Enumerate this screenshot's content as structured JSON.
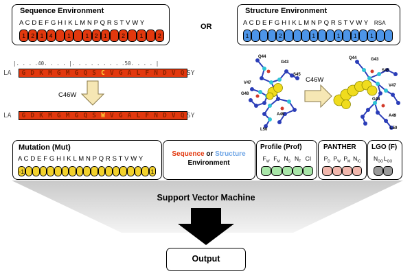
{
  "seq_env": {
    "title": "Sequence Environment",
    "letters": "A C D E F G H I K L M N P Q R S T V W Y",
    "values": [
      "1",
      "2",
      "1",
      "4",
      "",
      "1",
      "",
      "1",
      "2",
      "1",
      "",
      "2",
      "",
      "1",
      "",
      "2"
    ]
  },
  "or_label": "OR",
  "struct_env": {
    "title": "Structure Environment",
    "letters": "A C D E F G H I K L M N P Q R S T V W Y",
    "rsa": "RSA",
    "values": [
      "1",
      "",
      "",
      "",
      "2",
      "",
      "",
      "",
      "1",
      "",
      "",
      "1",
      "",
      "1",
      "",
      "1",
      "",
      ""
    ]
  },
  "alignment": {
    "ruler": "|. . . .40. . . . |. . . . . . . . .50. . . . |",
    "left": "LA",
    "right": "SY",
    "wild": [
      "G",
      "D",
      "K",
      "M",
      "G",
      "M",
      "G",
      "Q",
      "S",
      "C",
      "V",
      "G",
      "A",
      "L",
      "F",
      "N",
      "D",
      "V",
      "Q"
    ],
    "mutant": [
      "G",
      "D",
      "K",
      "M",
      "G",
      "M",
      "G",
      "Q",
      "S",
      "W",
      "V",
      "G",
      "A",
      "L",
      "F",
      "N",
      "D",
      "V",
      "Q"
    ],
    "mutation": "C46W"
  },
  "structure": {
    "mutation": "C46W",
    "residues_left": [
      "Q44",
      "G43",
      "S45",
      "V47",
      "G48",
      "A49",
      "L50"
    ],
    "residues_right": [
      "Q44",
      "G43",
      "S45",
      "V47",
      "G48",
      "A49",
      "L50"
    ]
  },
  "features": {
    "mut": {
      "title": "Mutation (Mut)",
      "letters": "A C D E F G H I K L M N P Q R S T V W Y",
      "values": [
        "-1",
        "",
        "",
        "",
        "",
        "",
        "",
        "",
        "",
        "",
        "",
        "",
        "",
        "",
        "",
        "",
        "",
        "",
        "1"
      ]
    },
    "env": {
      "part1": "Sequence",
      "or": " or ",
      "part2": "Structure",
      "line2": "Environment"
    },
    "prof": {
      "title": "Profile (Prof)",
      "labels": [
        "F",
        "F",
        "N",
        "N",
        "CI"
      ],
      "subs": [
        "W",
        "M",
        "S",
        "F",
        ""
      ]
    },
    "panther": {
      "title": "PANTHER",
      "labels": [
        "P",
        "P",
        "P",
        "N"
      ],
      "subs": [
        "D",
        "W",
        "M",
        "IC"
      ]
    },
    "lgo": {
      "title": "LGO (F)",
      "labels": [
        "N",
        "L"
      ],
      "subs": [
        "GO",
        "GO"
      ]
    }
  },
  "svm_label": "Support Vector Machine",
  "output_label": "Output",
  "colors": {
    "red": "#e2380e",
    "blue": "#4d95e8",
    "yellow": "#f2d12c",
    "green": "#a8e6a8",
    "pink": "#f1b7ad",
    "gray": "#9a9a9a"
  }
}
